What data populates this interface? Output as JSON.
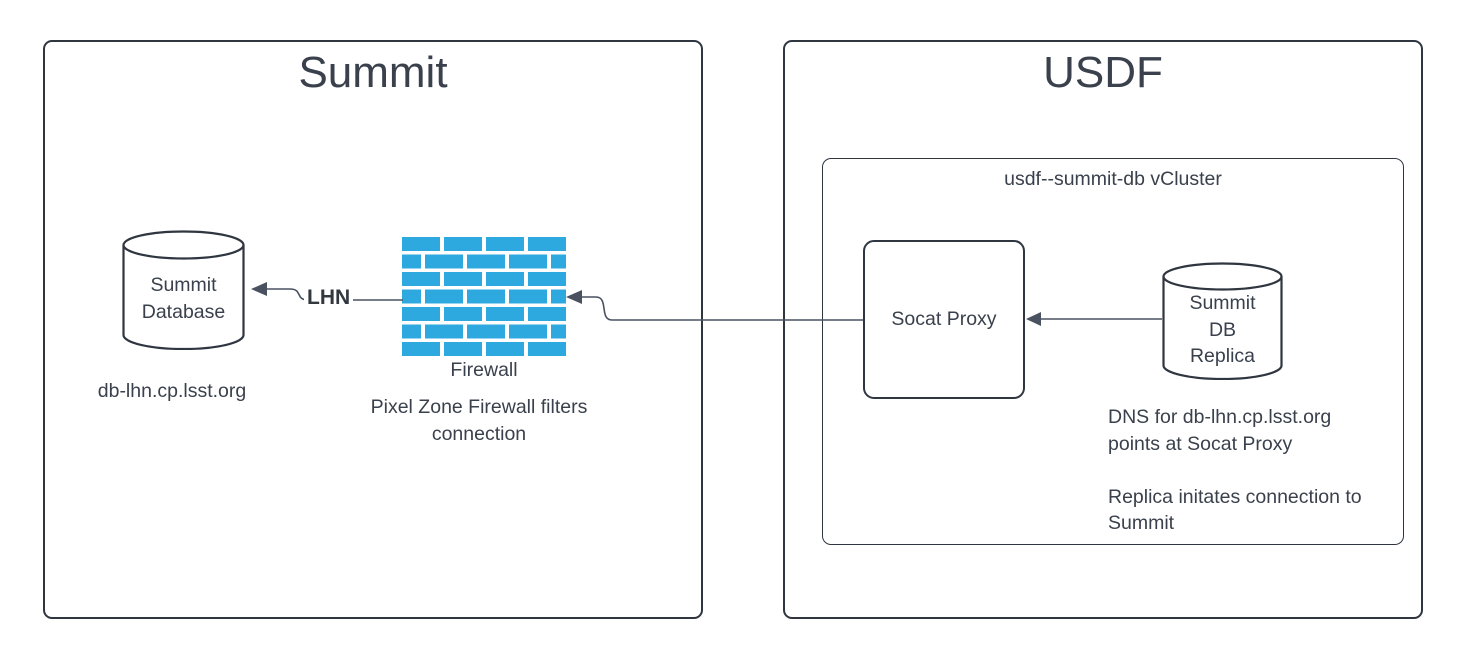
{
  "colors": {
    "border": "#2f3640",
    "text": "#3a414c",
    "brick": "#2ea9e0",
    "connector": "#4a5260",
    "bg": "#ffffff"
  },
  "summit": {
    "title": "Summit",
    "database_label": "Summit\nDatabase",
    "database_hostname": "db-lhn.cp.lsst.org",
    "firewall_label": "Firewall",
    "firewall_note": "Pixel Zone Firewall filters\nconnection",
    "link_label": "LHN"
  },
  "usdf": {
    "title": "USDF",
    "vcluster_label": "usdf--summit-db vCluster",
    "proxy_label": "Socat Proxy",
    "replica_label": "Summit\nDB\nReplica",
    "notes": "DNS for db-lhn.cp.lsst.org\npoints at Socat Proxy\n\nReplica initates connection to\nSummit"
  }
}
